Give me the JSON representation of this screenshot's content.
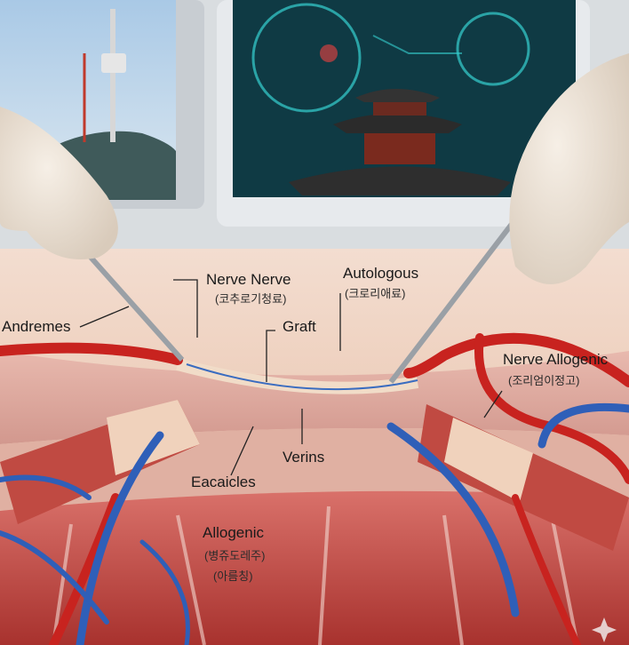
{
  "labels": {
    "andremes": "Andremes",
    "nerve_nerve": "Nerve Nerve",
    "nerve_nerve_sub": "(코추로기청료)",
    "autologous": "Autologous",
    "autologous_sub": "(크로리애료)",
    "graft": "Graft",
    "nerve_allogenic": "Nerve Allogenic",
    "nerve_allogenic_sub": "(조리엄이정고)",
    "verins": "Verins",
    "eacaicles": "Eacaicles",
    "allogenic": "Allogenic",
    "allogenic_sub1": "(병쥬도레주)",
    "allogenic_sub2": "(아름칭)"
  },
  "colors": {
    "skin": "#e9c3a8",
    "muscle": "#c0453f",
    "artery": "#c8231f",
    "vein": "#2f5fb8",
    "screen": "#0f3a44",
    "screen_glow": "#36d0d0"
  }
}
